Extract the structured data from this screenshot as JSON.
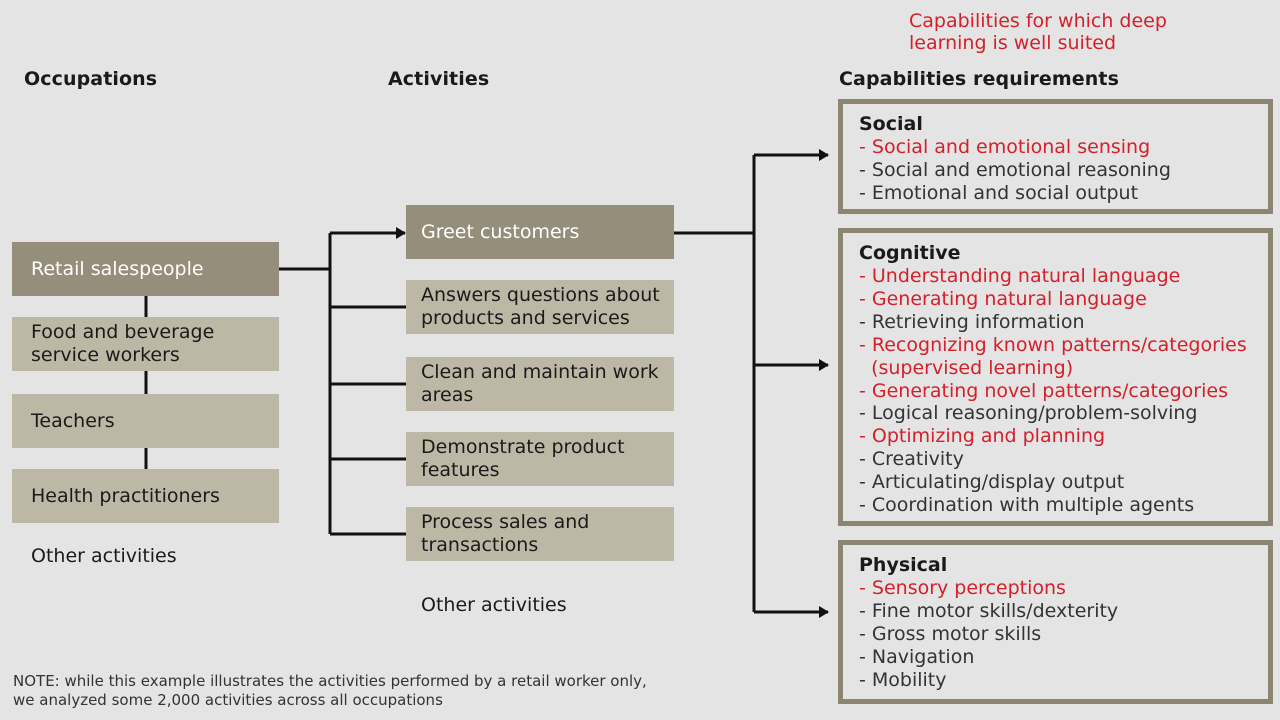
{
  "legend": "Capabilities for which deep learning is well suited",
  "headers": {
    "occupations": "Occupations",
    "activities": "Activities",
    "capabilities": "Capabilities requirements"
  },
  "occupations": {
    "highlighted": "Retail salespeople",
    "items": [
      "Food and beverage service workers",
      "Teachers",
      "Health practitioners"
    ],
    "other": "Other activities"
  },
  "activities": {
    "highlighted": "Greet customers",
    "items": [
      "Answers questions about products and services",
      "Clean and maintain work areas",
      "Demonstrate product features",
      "Process sales and transactions"
    ],
    "other": "Other activities"
  },
  "capabilities": [
    {
      "title": "Social",
      "items": [
        {
          "text": "- Social and emotional sensing",
          "deep_learning": true
        },
        {
          "text": "- Social and emotional reasoning",
          "deep_learning": false
        },
        {
          "text": "- Emotional and social output",
          "deep_learning": false
        }
      ]
    },
    {
      "title": "Cognitive",
      "items": [
        {
          "text": "- Understanding natural language",
          "deep_learning": true
        },
        {
          "text": "- Generating natural language",
          "deep_learning": true
        },
        {
          "text": "- Retrieving information",
          "deep_learning": false
        },
        {
          "text": "- Recognizing known patterns/categories",
          "deep_learning": true
        },
        {
          "text": "  (supervised learning)",
          "deep_learning": true
        },
        {
          "text": "- Generating novel patterns/categories",
          "deep_learning": true
        },
        {
          "text": "- Logical reasoning/problem-solving",
          "deep_learning": false
        },
        {
          "text": "- Optimizing and planning",
          "deep_learning": true
        },
        {
          "text": "- Creativity",
          "deep_learning": false
        },
        {
          "text": "- Articulating/display output",
          "deep_learning": false
        },
        {
          "text": "- Coordination with multiple agents",
          "deep_learning": false
        }
      ]
    },
    {
      "title": "Physical",
      "items": [
        {
          "text": "- Sensory perceptions",
          "deep_learning": true
        },
        {
          "text": "- Fine motor skills/dexterity",
          "deep_learning": false
        },
        {
          "text": "- Gross motor skills",
          "deep_learning": false
        },
        {
          "text": "- Navigation",
          "deep_learning": false
        },
        {
          "text": "- Mobility",
          "deep_learning": false
        }
      ]
    }
  ],
  "note": {
    "line1": "NOTE: while this example illustrates the activities performed by a retail worker only,",
    "line2": "we analyzed some 2,000 activities across all occupations"
  },
  "colors": {
    "highlight_text": "#d4202a",
    "dark_box": "#958e7a",
    "light_box": "#bdb7a6",
    "border": "#8c8571",
    "background": "#e4e4e4"
  }
}
